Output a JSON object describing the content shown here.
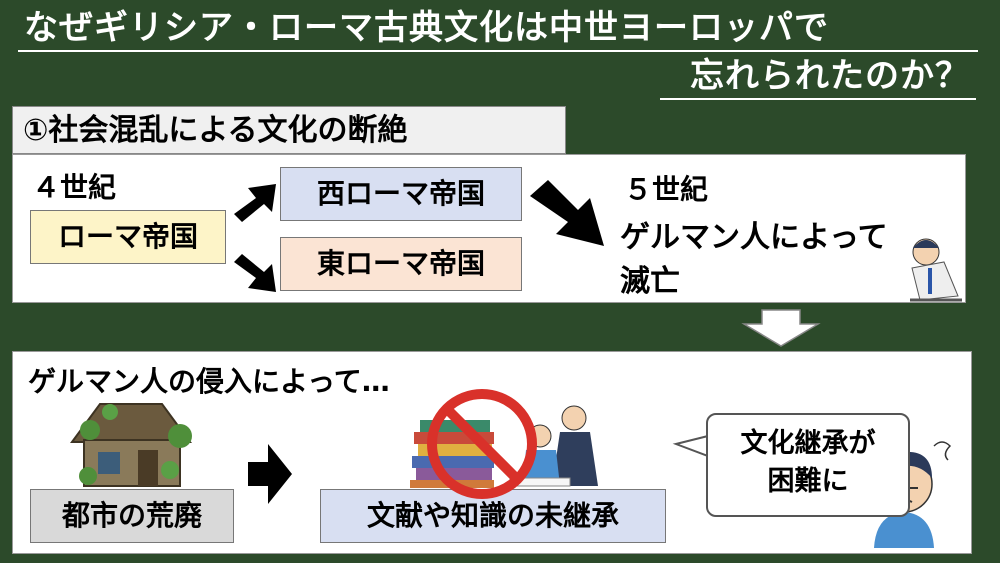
{
  "title": {
    "line1": "なぜギリシア・ローマ古典文化は中世ヨーロッパで",
    "line2": "忘れられたのか？"
  },
  "section": {
    "heading": "①社会混乱による文化の断絶"
  },
  "top_panel": {
    "century4": "４世紀",
    "rome": "ローマ帝国",
    "west_rome": "西ローマ帝国",
    "east_rome": "東ローマ帝国",
    "century5": "５世紀",
    "by_germans": "ゲルマン人によって",
    "destroyed": "滅亡"
  },
  "bottom_panel": {
    "lead": "ゲルマン人の侵入によって…",
    "ruin_label": "都市の荒廃",
    "texts_label": "文献や知識の未継承",
    "bubble_line1": "文化継承が",
    "bubble_line2": "困難に"
  },
  "colors": {
    "background": "#2c4a2a",
    "rome_box": "#fdf4c8",
    "west_box": "#d8dff2",
    "east_box": "#fbe4d4",
    "ruin_box": "#d9d9d9",
    "prohibition": "#d9312a"
  }
}
